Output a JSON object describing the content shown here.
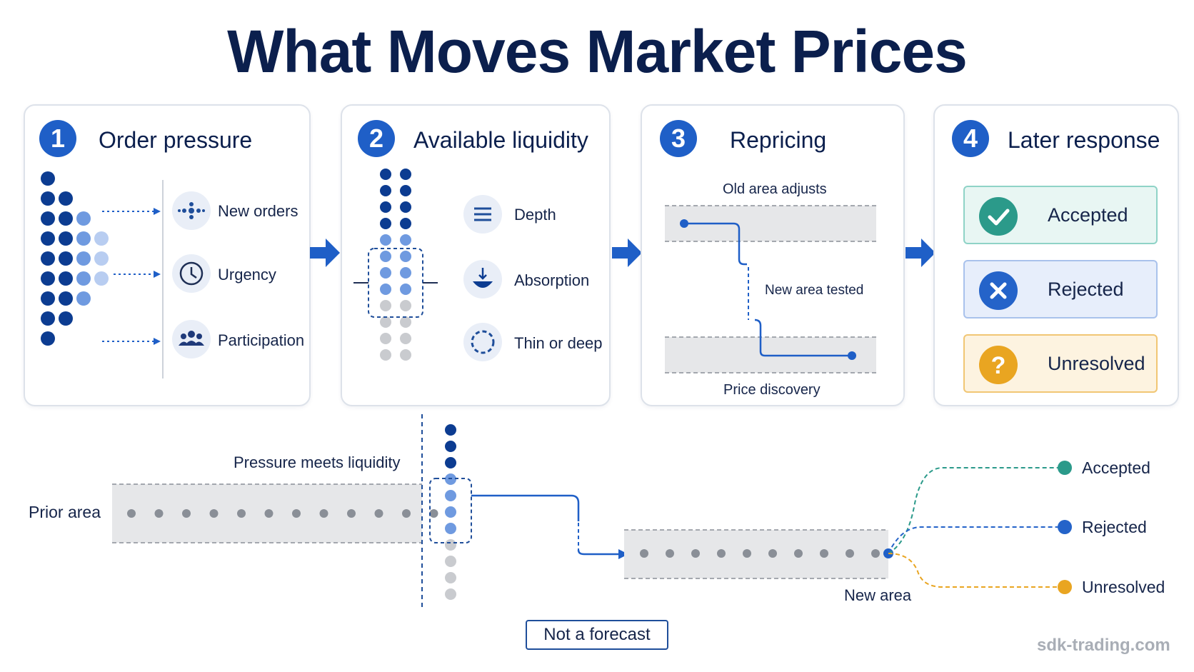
{
  "title": "What Moves Market Prices",
  "colors": {
    "navy": "#0b1f4d",
    "blue": "#1f5fc7",
    "dark_blue_dot": "#0c3c91",
    "light_blue_dot": "#6f9ae0",
    "pale_blue_dot": "#b8cdf1",
    "gray_dot": "#c9cbcf",
    "green": "#2b9a8a",
    "amber": "#e9a521",
    "band": "#e6e7e9"
  },
  "cards": [
    {
      "number": "1",
      "title": "Order pressure",
      "items": [
        {
          "icon": "cluster-icon",
          "label": "New orders"
        },
        {
          "icon": "clock-icon",
          "label": "Urgency"
        },
        {
          "icon": "people-icon",
          "label": "Participation"
        }
      ]
    },
    {
      "number": "2",
      "title": "Available liquidity",
      "items": [
        {
          "icon": "depth-lines-icon",
          "label": "Depth"
        },
        {
          "icon": "absorption-bowl-icon",
          "label": "Absorption"
        },
        {
          "icon": "dashed-circle-icon",
          "label": "Thin or deep"
        }
      ]
    },
    {
      "number": "3",
      "title": "Repricing",
      "labels": {
        "top": "Old area adjusts",
        "middle": "New area tested",
        "bottom": "Price discovery"
      }
    },
    {
      "number": "4",
      "title": "Later response",
      "responses": [
        {
          "label": "Accepted",
          "icon": "check-icon",
          "color": "#2b9a8a"
        },
        {
          "label": "Rejected",
          "icon": "x-icon",
          "color": "#2463c9"
        },
        {
          "label": "Unresolved",
          "icon": "question-icon",
          "color": "#e9a521"
        }
      ]
    }
  ],
  "scenario": {
    "prior_area": "Prior area",
    "pressure_label": "Pressure meets liquidity",
    "new_area": "New area",
    "outcomes": [
      {
        "label": "Accepted",
        "color": "#2b9a8a"
      },
      {
        "label": "Rejected",
        "color": "#2463c9"
      },
      {
        "label": "Unresolved",
        "color": "#e9a521"
      }
    ]
  },
  "footer": {
    "forecast_note": "Not a forecast",
    "watermark": "sdk-trading.com"
  }
}
